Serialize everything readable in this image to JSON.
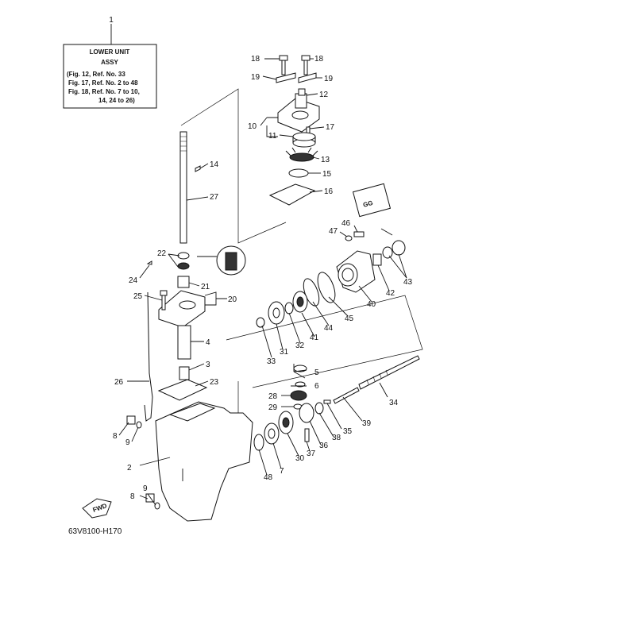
{
  "header_fragment": "",
  "reference_box": {
    "lines": [
      "LOWER UNIT",
      "ASSY",
      "(Fig. 12, Ref. No. 33",
      "Fig. 17, Ref. No. 2 to 48",
      "Fig. 18, Ref. No. 7 to 10,",
      "14, 24 to 26)"
    ]
  },
  "diagram_id": "63V8100-H170",
  "direction_badge": "FWD",
  "callouts": [
    {
      "id": "c1",
      "text": "1"
    },
    {
      "id": "c18a",
      "text": "18"
    },
    {
      "id": "c18b",
      "text": "18"
    },
    {
      "id": "c19a",
      "text": "19"
    },
    {
      "id": "c19b",
      "text": "19"
    },
    {
      "id": "c12",
      "text": "12"
    },
    {
      "id": "c10",
      "text": "10"
    },
    {
      "id": "c11",
      "text": "11"
    },
    {
      "id": "c17",
      "text": "17"
    },
    {
      "id": "c13",
      "text": "13"
    },
    {
      "id": "c15",
      "text": "15"
    },
    {
      "id": "c16",
      "text": "16"
    },
    {
      "id": "c14",
      "text": "14"
    },
    {
      "id": "c27",
      "text": "27"
    },
    {
      "id": "c22",
      "text": "22"
    },
    {
      "id": "c24",
      "text": "24"
    },
    {
      "id": "c21",
      "text": "21"
    },
    {
      "id": "c25",
      "text": "25"
    },
    {
      "id": "c20",
      "text": "20"
    },
    {
      "id": "c4",
      "text": "4"
    },
    {
      "id": "c3",
      "text": "3"
    },
    {
      "id": "c26",
      "text": "26"
    },
    {
      "id": "c23",
      "text": "23"
    },
    {
      "id": "c8a",
      "text": "8"
    },
    {
      "id": "c9a",
      "text": "9"
    },
    {
      "id": "c2",
      "text": "2"
    },
    {
      "id": "c9b",
      "text": "9"
    },
    {
      "id": "c8b",
      "text": "8"
    },
    {
      "id": "c46",
      "text": "46"
    },
    {
      "id": "c47",
      "text": "47"
    },
    {
      "id": "c43",
      "text": "43"
    },
    {
      "id": "c42",
      "text": "42"
    },
    {
      "id": "c40",
      "text": "40"
    },
    {
      "id": "c45",
      "text": "45"
    },
    {
      "id": "c44",
      "text": "44"
    },
    {
      "id": "c41",
      "text": "41"
    },
    {
      "id": "c32",
      "text": "32"
    },
    {
      "id": "c31",
      "text": "31"
    },
    {
      "id": "c33",
      "text": "33"
    },
    {
      "id": "c5",
      "text": "5"
    },
    {
      "id": "c6",
      "text": "6"
    },
    {
      "id": "c34",
      "text": "34"
    },
    {
      "id": "c28",
      "text": "28"
    },
    {
      "id": "c29",
      "text": "29"
    },
    {
      "id": "c39",
      "text": "39"
    },
    {
      "id": "c35",
      "text": "35"
    },
    {
      "id": "c38",
      "text": "38"
    },
    {
      "id": "c36",
      "text": "36"
    },
    {
      "id": "c37",
      "text": "37"
    },
    {
      "id": "c30",
      "text": "30"
    },
    {
      "id": "c7",
      "text": "7"
    },
    {
      "id": "c48",
      "text": "48"
    }
  ]
}
